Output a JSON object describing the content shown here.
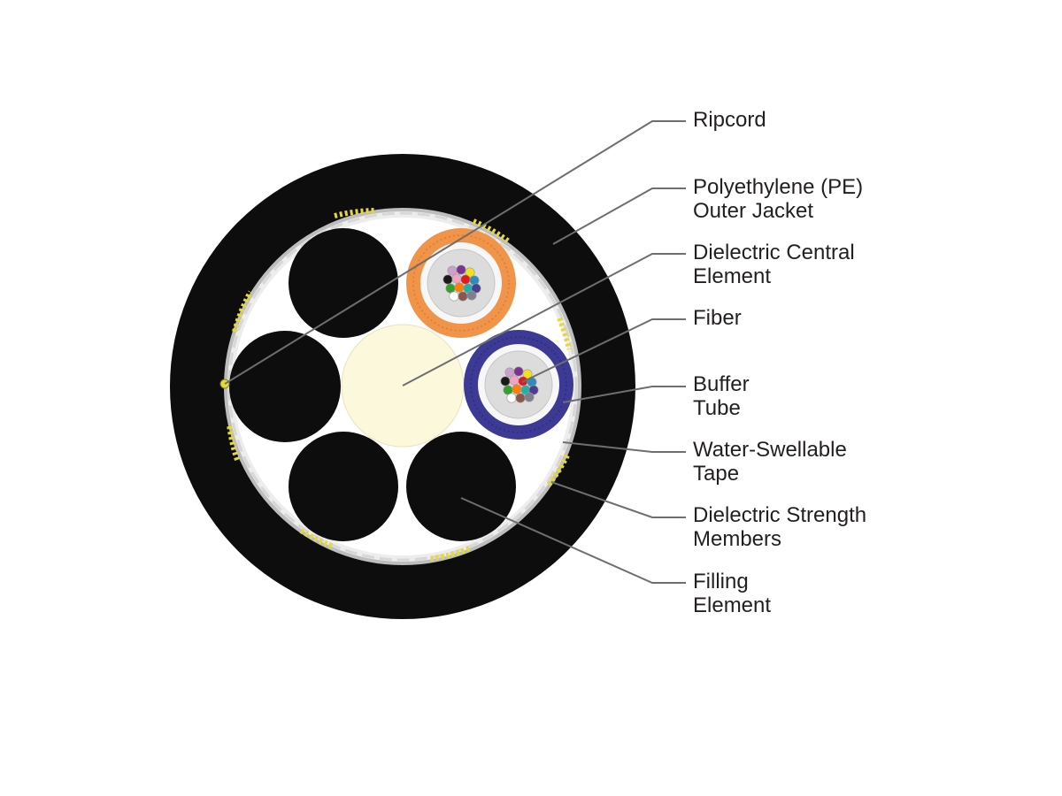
{
  "labels": {
    "ripcord": [
      "Ripcord"
    ],
    "outer_jacket": [
      "Polyethylene (PE)",
      "Outer Jacket"
    ],
    "central_element": [
      "Dielectric Central",
      "Element"
    ],
    "fiber": [
      "Fiber"
    ],
    "buffer_tube": [
      "Buffer",
      "Tube"
    ],
    "water_tape": [
      "Water-Swellable",
      "Tape"
    ],
    "strength_members": [
      "Dielectric Strength",
      "Members"
    ],
    "filling_element": [
      "Filling",
      "Element"
    ]
  },
  "colors": {
    "jacket": "#0d0d0d",
    "filling_element": "#0d0d0d",
    "central_element": "#fbf8dc",
    "tube_orange": "#f0944a",
    "tube_blue": "#3c3a94",
    "strength_yarn": "#e4d83a",
    "leader_line": "#6d6e71",
    "text": "#231f20"
  },
  "fiber_colors": [
    "#c8a2c8",
    "#7b3294",
    "#f2e01c",
    "#1a1a1a",
    "#f4a3c0",
    "#e31a1c",
    "#2b8cbe",
    "#33a02c",
    "#ff7f00",
    "#20b2aa",
    "#4b3d8f",
    "#ffffff",
    "#8c564b",
    "#7f7f8f"
  ]
}
